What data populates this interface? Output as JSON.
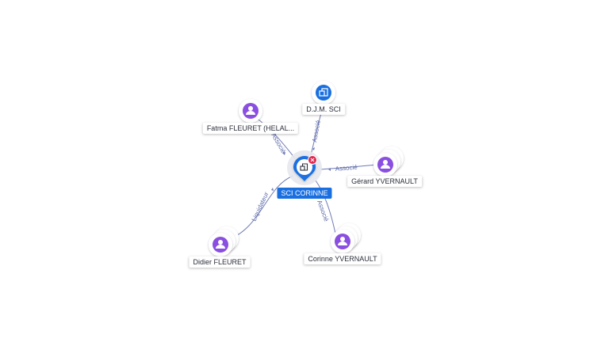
{
  "colors": {
    "edge": "#6f7bb5",
    "person": "#8a4fe0",
    "company": "#1a6fe0",
    "center": "#1a6fe0",
    "close": "#e0284e",
    "edge_label": "#5c6aa8"
  },
  "center": {
    "label": "SCI CORINNE",
    "icon": "building-icon",
    "close_icon": "close-icon"
  },
  "nodes": [
    {
      "id": "dj",
      "label": "D.J.M. SCI",
      "type": "company",
      "icon": "building-icon"
    },
    {
      "id": "fatma",
      "label": "Fatma FLEURET (HELAL...",
      "type": "person",
      "icon": "person-icon"
    },
    {
      "id": "gerard",
      "label": "Gérard YVERNAULT",
      "type": "person",
      "icon": "person-icon"
    },
    {
      "id": "didier",
      "label": "Didier FLEURET",
      "type": "person",
      "icon": "person-icon"
    },
    {
      "id": "corinne",
      "label": "Corinne YVERNAULT",
      "type": "person",
      "icon": "person-icon"
    }
  ],
  "edges": [
    {
      "from": "dj",
      "label": "Associé"
    },
    {
      "from": "fatma",
      "label": "Associé"
    },
    {
      "from": "gerard",
      "label": "Associé"
    },
    {
      "from": "didier",
      "label": "Liquidateur"
    },
    {
      "from": "corinne",
      "label": "Associé"
    }
  ]
}
